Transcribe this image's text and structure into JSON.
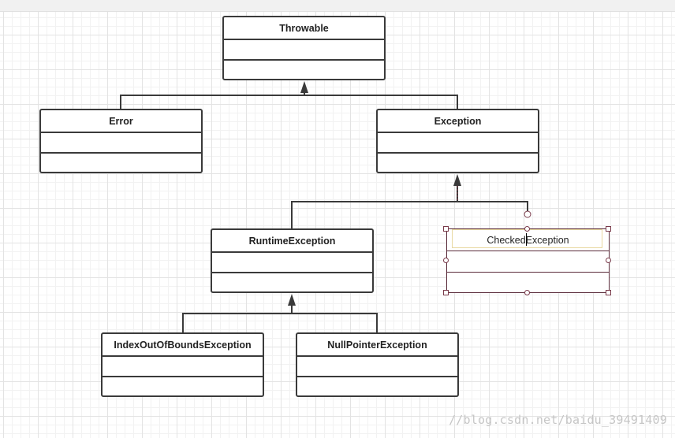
{
  "diagram": {
    "classes": {
      "throwable": "Throwable",
      "error": "Error",
      "exception": "Exception",
      "runtime_exception": "RuntimeException",
      "checked_exception": "CheckedException",
      "index_out_of_bounds": "IndexOutOfBoundsException",
      "null_pointer": "NullPointerException"
    },
    "relationships": [
      {
        "child": "Error",
        "parent": "Throwable",
        "type": "generalization"
      },
      {
        "child": "Exception",
        "parent": "Throwable",
        "type": "generalization"
      },
      {
        "child": "RuntimeException",
        "parent": "Exception",
        "type": "generalization"
      },
      {
        "child": "CheckedException",
        "parent": "Exception",
        "type": "generalization"
      },
      {
        "child": "IndexOutOfBoundsException",
        "parent": "RuntimeException",
        "type": "generalization"
      },
      {
        "child": "NullPointerException",
        "parent": "RuntimeException",
        "type": "generalization"
      }
    ],
    "selected_class": "CheckedException"
  },
  "watermark": "//blog.csdn.net/baidu_39491409",
  "colors": {
    "line": "#3a3a3a",
    "selection": "#7a3b4b",
    "grid": "#e3e3e3"
  }
}
